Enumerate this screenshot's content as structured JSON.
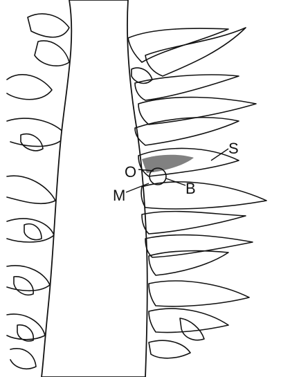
{
  "figure": {
    "labels": {
      "s": "S",
      "o": "O",
      "b": "B",
      "m": "M"
    },
    "ink_color": "#111111",
    "background_color": "#ffffff"
  }
}
